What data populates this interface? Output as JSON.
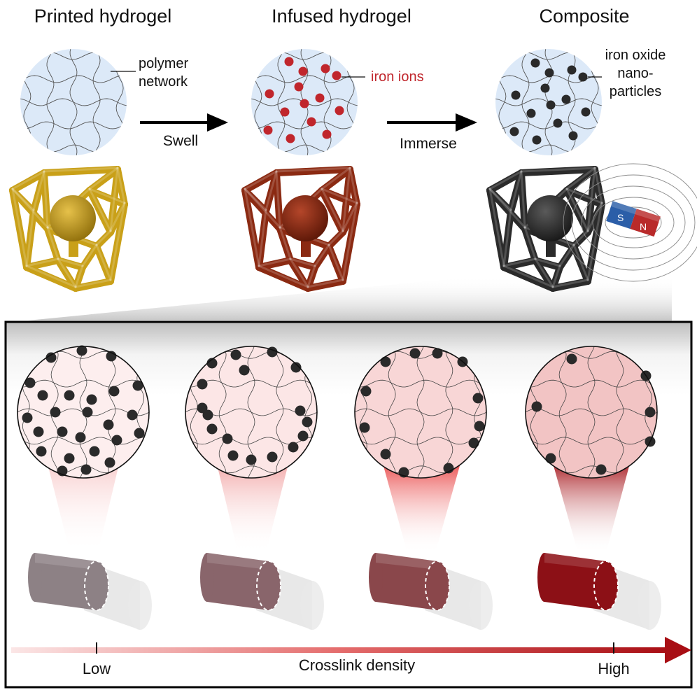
{
  "stages": [
    {
      "title": "Printed hydrogel",
      "label": "polymer\nnetwork"
    },
    {
      "title": "Infused hydrogel",
      "label": "iron ions"
    },
    {
      "title": "Composite",
      "label": "iron oxide\nnano-\nparticles"
    }
  ],
  "arrows": [
    "Swell",
    "Immerse"
  ],
  "magnet": {
    "s": "S",
    "n": "N"
  },
  "axis": {
    "low": "Low",
    "title": "Crosslink density",
    "high": "High"
  },
  "colors": {
    "gel_circle": "#dde9f8",
    "ion": "#c0262c",
    "particle": "#2a2a2a",
    "printed_lattice": "#c9a018",
    "infused_lattice": "#8b2a12",
    "composite_lattice": "#2b2b2b",
    "density_low": "#f6d9d9",
    "density_high": "#9b0d12"
  }
}
